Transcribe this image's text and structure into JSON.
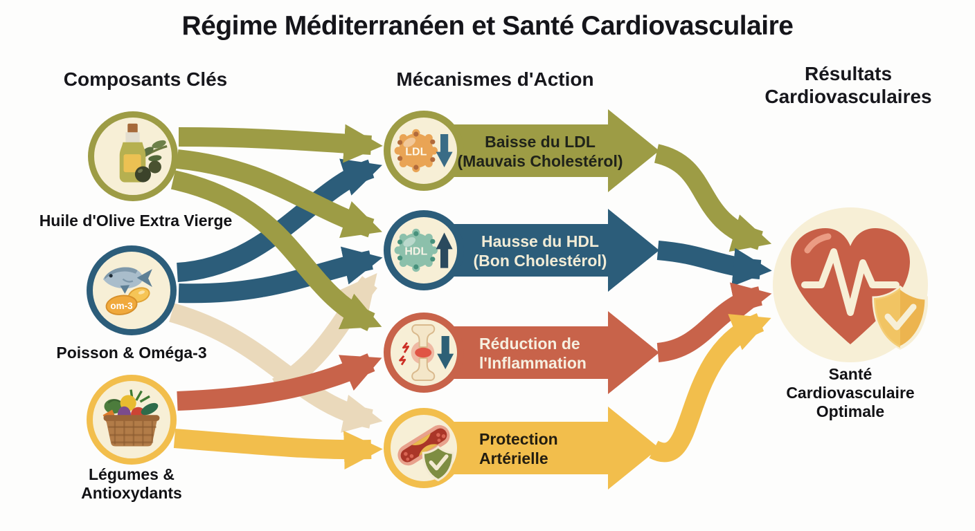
{
  "title": "Régime Méditerranéen et Santé Cardiovasculaire",
  "colors": {
    "olive": "#9d9c45",
    "blue": "#2c5d7a",
    "terracotta": "#c8634a",
    "yellow": "#f2be4c",
    "beige": "#ead9bb",
    "cream": "#f7efd6",
    "heart_red": "#c75f47",
    "shield_gold": "#ecb44f",
    "text_dark": "#17171c",
    "text_light": "#f4eedb"
  },
  "columns": {
    "components": {
      "header": "Composants Clés",
      "items": [
        {
          "label": "Huile d'Olive Extra Vierge",
          "icon": "olive-oil-bottle-icon",
          "ring_color": "#9d9c45"
        },
        {
          "label": "Poisson & Oméga-3",
          "icon": "fish-omega3-icon",
          "ring_color": "#2c5d7a",
          "capsule_label": "om-3"
        },
        {
          "label": "Légumes & Antioxydants",
          "icon": "vegetable-basket-icon",
          "ring_color": "#f2be4c"
        }
      ]
    },
    "mechanisms": {
      "header": "Mécanismes d'Action",
      "items": [
        {
          "line1": "Baisse du LDL",
          "line2": "(Mauvais Cholestérol)",
          "badge": "LDL",
          "trend": "down",
          "color": "#9d9c45",
          "icon": "ldl-molecule-down-arrow-icon"
        },
        {
          "line1": "Hausse du HDL",
          "line2": "(Bon Cholestérol)",
          "badge": "HDL",
          "trend": "up",
          "color": "#2c5d7a",
          "icon": "hdl-molecule-up-arrow-icon"
        },
        {
          "line1": "Réduction de",
          "line2": "l'Inflammation",
          "trend": "down",
          "color": "#c8634a",
          "icon": "inflamed-joint-down-arrow-icon"
        },
        {
          "line1": "Protection",
          "line2": "Artérielle",
          "color": "#f2be4c",
          "icon": "artery-shield-icon"
        }
      ]
    },
    "results": {
      "header": "Résultats Cardiovasculaires",
      "outcome_label": "Santé Cardiovasculaire Optimale",
      "icon": "heart-ekg-shield-icon"
    }
  },
  "flows": {
    "component_to_mechanism": [
      {
        "from": "olive_oil",
        "to": "ldl",
        "color": "#9d9c45"
      },
      {
        "from": "olive_oil",
        "to": "hdl",
        "color": "#9d9c45"
      },
      {
        "from": "olive_oil",
        "to": "inflammation",
        "color": "#9d9c45"
      },
      {
        "from": "fish_omega3",
        "to": "ldl",
        "color": "#2c5d7a"
      },
      {
        "from": "fish_omega3",
        "to": "hdl",
        "color": "#2c5d7a"
      },
      {
        "from": "fish_omega3",
        "to": "hdl",
        "color": "#ead9bb"
      },
      {
        "from": "fish_omega3",
        "to": "arterial_protection",
        "color": "#ead9bb"
      },
      {
        "from": "vegetables",
        "to": "inflammation",
        "color": "#c8634a"
      },
      {
        "from": "vegetables",
        "to": "arterial_protection",
        "color": "#f2be4c"
      }
    ],
    "mechanism_to_outcome": [
      {
        "from": "ldl",
        "to": "optimal_heart_health",
        "color": "#9d9c45"
      },
      {
        "from": "hdl",
        "to": "optimal_heart_health",
        "color": "#2c5d7a"
      },
      {
        "from": "inflammation",
        "to": "optimal_heart_health",
        "color": "#c8634a"
      },
      {
        "from": "arterial_protection",
        "to": "optimal_heart_health",
        "color": "#f2be4c"
      }
    ]
  }
}
